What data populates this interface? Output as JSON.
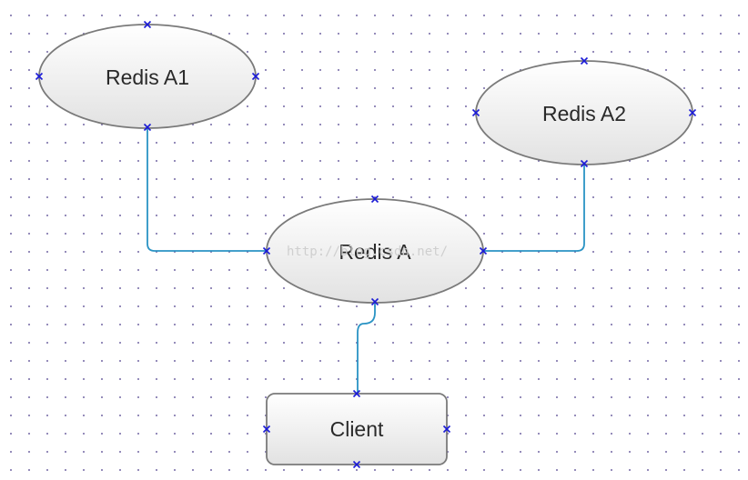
{
  "nodes": {
    "redis_a1": {
      "label": "Redis A1"
    },
    "redis_a2": {
      "label": "Redis A2"
    },
    "redis_a": {
      "label": "Redis A"
    },
    "client": {
      "label": "Client"
    }
  },
  "watermark": "http://blog.csdn.net/",
  "colors": {
    "node_stroke": "#7a7a7a",
    "node_fill_top": "#ffffff",
    "node_fill_bottom": "#e4e4e4",
    "connector": "#2a93c4",
    "port_marker": "#1a1ad6",
    "grid_dot": "#7a6fa8"
  }
}
